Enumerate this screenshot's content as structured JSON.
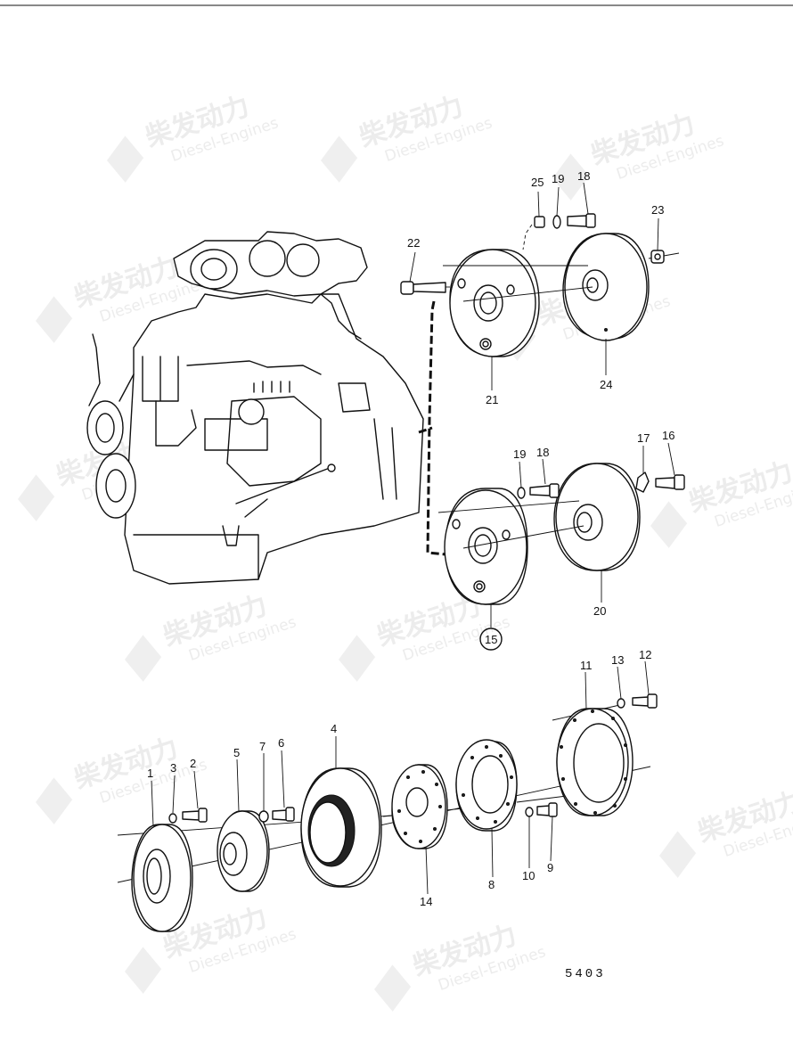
{
  "drawing_code": "5403",
  "watermark": {
    "brand_cn": "柴发动力",
    "brand_en": "Diesel-Engines"
  },
  "callouts": {
    "n1": "1",
    "n2": "2",
    "n3": "3",
    "n4": "4",
    "n5": "5",
    "n6": "6",
    "n7": "7",
    "n8": "8",
    "n9": "9",
    "n10": "10",
    "n11": "11",
    "n12": "12",
    "n13": "13",
    "n14": "14",
    "n15": "15",
    "n16": "16",
    "n17": "17",
    "n18a": "18",
    "n18b": "18",
    "n19a": "19",
    "n19b": "19",
    "n20": "20",
    "n21": "21",
    "n22": "22",
    "n23": "23",
    "n24": "24",
    "n25": "25"
  }
}
